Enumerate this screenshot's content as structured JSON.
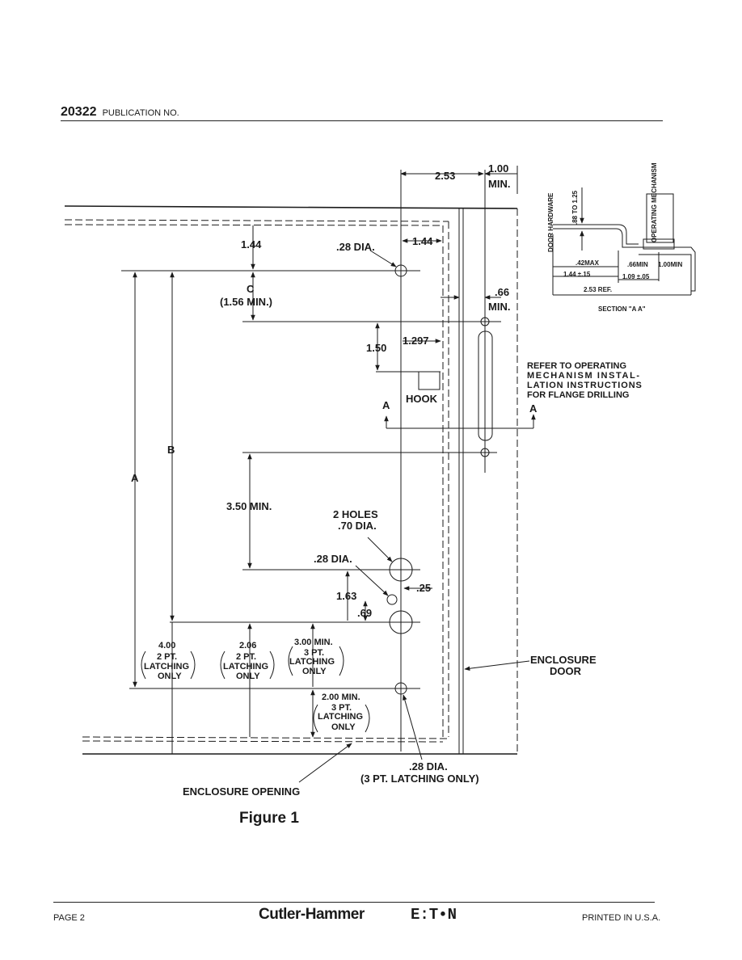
{
  "header": {
    "pub_number": "20322",
    "pub_label": "PUBLICATION NO."
  },
  "figure": {
    "dim_253": "2.53",
    "dim_100": "1.00",
    "dim_min_top": "MIN.",
    "dim_144_left": "1.44",
    "dim_28dia_top": ".28 DIA.",
    "dim_144_right": "1.44",
    "dim_c": "C",
    "dim_156min": "(1.56 MIN.)",
    "dim_066": ".66",
    "dim_min_mid": "MIN.",
    "dim_150": "1.50",
    "dim_1297": "1.297",
    "hook": "HOOK",
    "section_a_left": "A",
    "section_a_right": "A",
    "label_b": "B",
    "label_a": "A",
    "dim_350min": "3.50 MIN.",
    "two_holes_1": "2 HOLES",
    "two_holes_2": ".70 DIA.",
    "dim_28dia_mid": ".28 DIA.",
    "dim_025": ".25",
    "dim_163": "1.63",
    "dim_069": ".69",
    "a_val": "4.00",
    "a_l1": "2 PT.",
    "a_l2": "LATCHING",
    "a_l3": "ONLY",
    "b_val": "2.06",
    "b_l1": "2 PT.",
    "b_l2": "LATCHING",
    "b_l3": "ONLY",
    "c_val": "3.00 MIN.",
    "c_l1": "3 PT.",
    "c_l2": "LATCHING",
    "c_l3": "ONLY",
    "d_val": "2.00 MIN.",
    "d_l1": "3 PT.",
    "d_l2": "LATCHING",
    "d_l3": "ONLY",
    "dim_28dia_bot": ".28 DIA.",
    "latching_note": "(3 PT. LATCHING ONLY)",
    "enclosure_opening": "ENCLOSURE OPENING",
    "enclosure_door_1": "ENCLOSURE",
    "enclosure_door_2": "DOOR",
    "refer_1": "REFER TO OPERATING",
    "refer_2": "MECHANISM INSTAL-",
    "refer_3": "LATION INSTRUCTIONS",
    "refer_4": "FOR FLANGE DRILLING",
    "caption": "Figure 1"
  },
  "section": {
    "door_hardware": "DOOR HARDWARE",
    "operating_mechanism": "OPERATING MECHANISM",
    "range": ".88 TO 1.25",
    "max42": ".42MAX",
    "min66": ".66MIN",
    "min100": "1.00MIN",
    "d144": "1.44 ±.15",
    "d109": "1.09 ±.05",
    "ref253": "2.53 REF.",
    "title": "SECTION \"A A\""
  },
  "footer": {
    "page": "PAGE 2",
    "brand": "Cutler-Hammer",
    "eaton": "E:T•N",
    "printed": "PRINTED IN U.S.A."
  }
}
